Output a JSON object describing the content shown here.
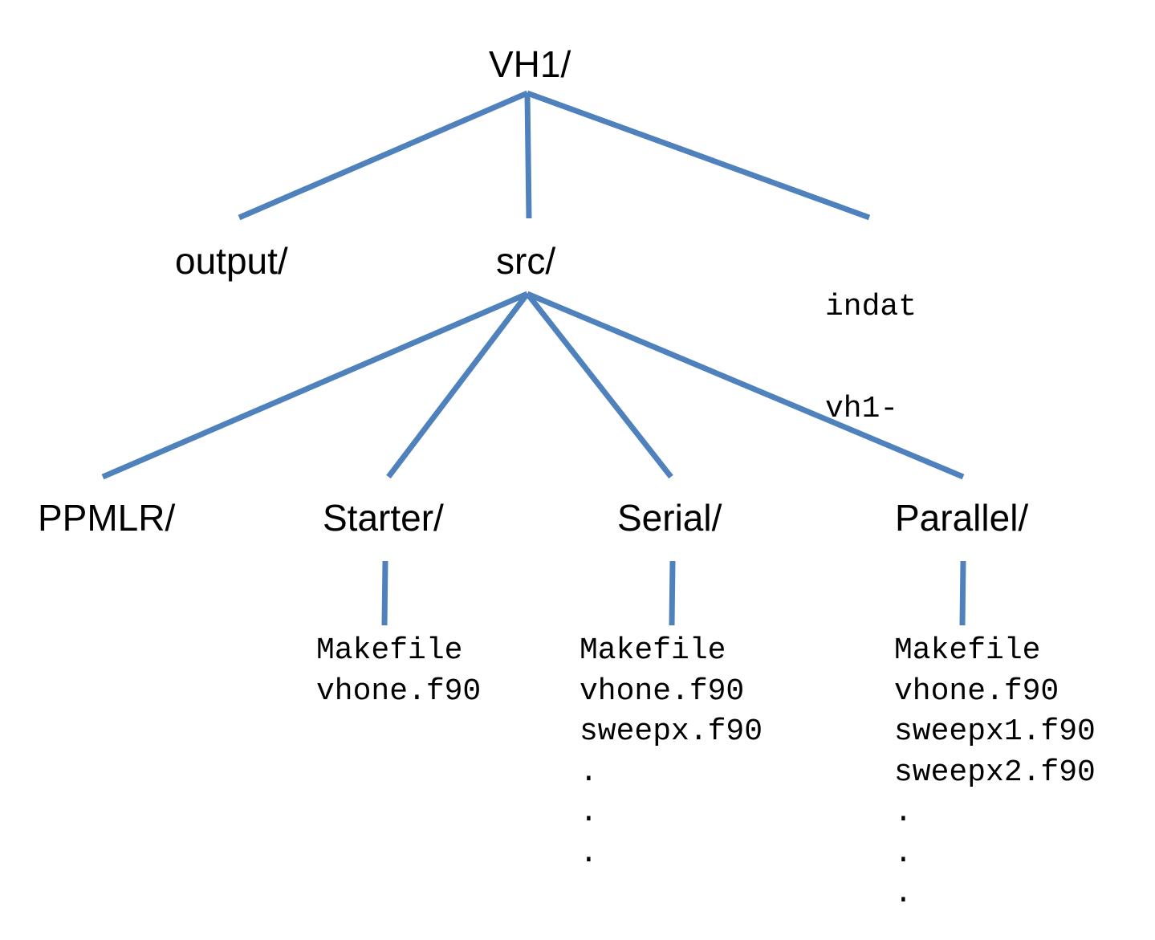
{
  "tree": {
    "root": {
      "label": "VH1/"
    },
    "level1": [
      {
        "key": "output",
        "label": "output/"
      },
      {
        "key": "src",
        "label": "src/"
      },
      {
        "key": "indat",
        "lines": [
          "indat",
          "vh1-"
        ]
      }
    ],
    "src_children": [
      {
        "key": "ppmlr",
        "label": "PPMLR/"
      },
      {
        "key": "starter",
        "label": "Starter/",
        "files": [
          "Makefile",
          "vhone.f90"
        ]
      },
      {
        "key": "serial",
        "label": "Serial/",
        "files": [
          "Makefile",
          "vhone.f90",
          "sweepx.f90",
          ".",
          ".",
          "."
        ]
      },
      {
        "key": "parallel",
        "label": "Parallel/",
        "files": [
          "Makefile",
          "vhone.f90",
          "sweepx1.f90",
          "sweepx2.f90",
          ".",
          ".",
          "."
        ]
      }
    ]
  },
  "colors": {
    "edge": "#4f81bd",
    "text": "#000000",
    "background": "#ffffff"
  }
}
